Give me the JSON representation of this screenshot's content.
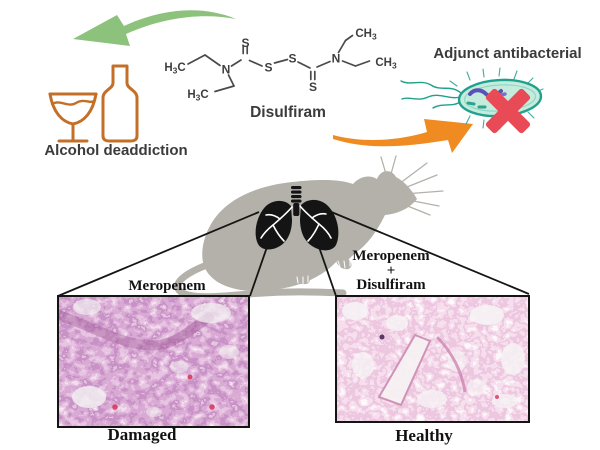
{
  "labels": {
    "alcohol": "Alcohol deaddiction",
    "compound": "Disulfiram",
    "adjunct": "Adjunct antibacterial"
  },
  "chem": {
    "S": "S",
    "N": "N",
    "h3c": {
      "pre": "H",
      "sub": "3",
      "post": "C"
    },
    "ch3": {
      "pre": "CH",
      "sub": "3",
      "post": ""
    }
  },
  "panels": {
    "left": {
      "title": "Meropenem",
      "caption": "Damaged"
    },
    "right": {
      "title_line1": "Meropenem",
      "title_line2": "+",
      "title_line3": "Disulfiram",
      "caption": "Healthy"
    }
  },
  "icons": {
    "green_arrow": "curved-arrow-to-lower-left",
    "orange_arrow": "curved-arrow-to-upper-right",
    "cocktail_glass": "cocktail-glass-outline",
    "bottle": "bottle-outline",
    "bacterium": "bacterium-with-flagella",
    "red_cross": "x-mark-over-bacterium",
    "rat": "rat-silhouette",
    "lungs": "black-lungs-with-trachea"
  },
  "colors": {
    "green_arrow": "#8dc27d",
    "orange_arrow": "#ef8b21",
    "alcohol_icon": "#c46f28",
    "rat_gray": "#b4b1aa",
    "lungs": "#141414",
    "bacterium_teal": "#1fa18e",
    "red_cross": "#e84b55",
    "label_text": "#3b3b3b",
    "histology_pink": "#c9a0c0"
  }
}
